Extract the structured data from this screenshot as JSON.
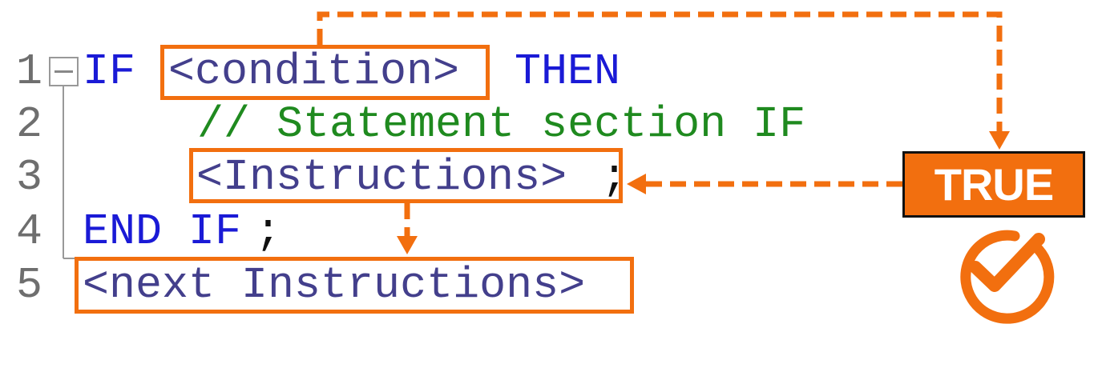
{
  "colors": {
    "accent": "#f26f0f",
    "keyword": "#1a1ad6",
    "placeholder": "#433f8c",
    "comment": "#1f8a1f",
    "line_number": "#6e6e6e"
  },
  "editor": {
    "line_numbers": [
      "1",
      "2",
      "3",
      "4",
      "5"
    ],
    "line1": {
      "kw_if": "IF",
      "condition": "<condition>",
      "kw_then": "THEN"
    },
    "line2": {
      "comment": "// Statement section IF"
    },
    "line3": {
      "instructions": "<Instructions>",
      "semicolon": ";"
    },
    "line4": {
      "kw_end_if": "END IF",
      "semicolon": ";"
    },
    "line5": {
      "next_instructions": "<next Instructions>"
    }
  },
  "annotation": {
    "badge_label": "TRUE",
    "icon": "check-circle-icon"
  }
}
